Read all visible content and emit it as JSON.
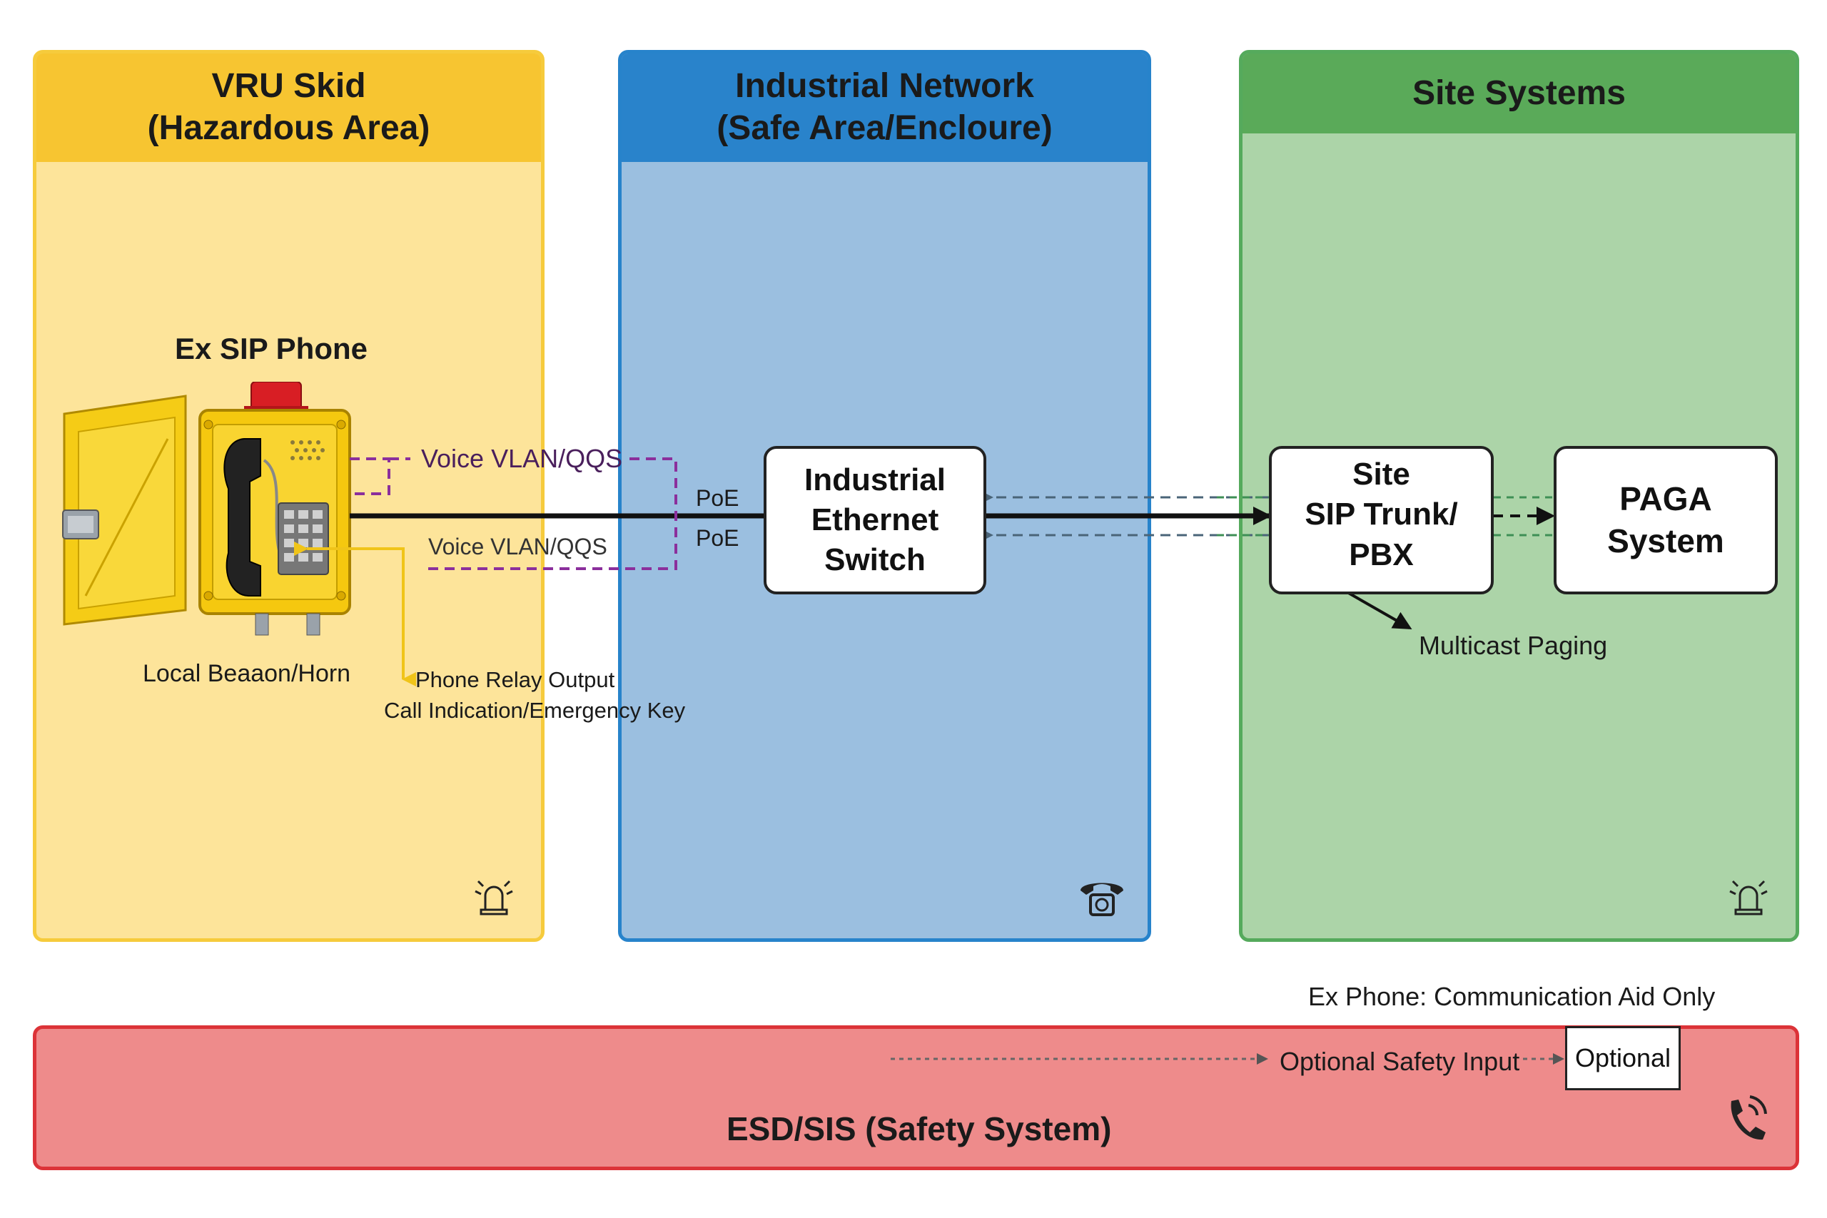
{
  "zones": {
    "vru": {
      "title_line1": "VRU Skid",
      "title_line2": "(Hazardous Area)"
    },
    "network": {
      "title_line1": "Industrial Network",
      "title_line2": "(Safe Area/Encloure)"
    },
    "site": {
      "title": "Site Systems"
    },
    "esd": {
      "title": "ESD/SIS (Safety System)"
    }
  },
  "nodes": {
    "phone_title": "Ex SIP Phone",
    "switch": {
      "line1": "Industrial",
      "line2": "Ethernet",
      "line3": "Switch"
    },
    "pbx": {
      "line1": "Site",
      "line2": "SIP Trunk/",
      "line3": "PBX"
    },
    "paga": {
      "line1": "PAGA",
      "line2": "System"
    },
    "optional_box": "Optional"
  },
  "labels": {
    "voice_vlan_top": "Voice VLAN/QQS",
    "voice_vlan_bottom": "Voice VLAN/QQS",
    "poe_top": "PoE",
    "poe_bottom": "PoE",
    "local_beacon": "Local Beaaon/Horn",
    "relay_output": "Phone Relay Output",
    "call_indication": "Call Indication/Emergency Key",
    "multicast_paging": "Multicast Paging",
    "ex_phone_note": "Ex Phone: Communication Aid Only",
    "optional_safety_input": "Optional Safety Input"
  },
  "icons": {
    "vru_corner": "beacon-icon",
    "network_corner": "telephone-icon",
    "site_corner": "beacon-icon",
    "esd_corner": "phone-ringing-icon"
  },
  "colors": {
    "hazard_yellow": "#f7c531",
    "network_blue": "#2983cb",
    "site_green": "#5aaa59",
    "safety_red": "#dc3338",
    "vlan_purple": "#8b2f9c"
  }
}
